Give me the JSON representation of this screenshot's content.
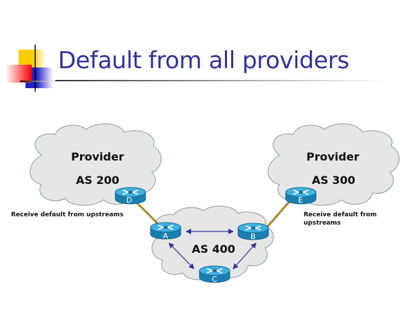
{
  "slide": {
    "title": "Default from all providers"
  },
  "clouds": [
    {
      "id": "as200",
      "line1": "Provider",
      "line2": "AS 200"
    },
    {
      "id": "as300",
      "line1": "Provider",
      "line2": "AS 300"
    },
    {
      "id": "as400",
      "line1": "AS 400"
    }
  ],
  "routers": [
    {
      "id": "D",
      "label": "D"
    },
    {
      "id": "E",
      "label": "E"
    },
    {
      "id": "A",
      "label": "A"
    },
    {
      "id": "B",
      "label": "B"
    },
    {
      "id": "C",
      "label": "C"
    }
  ],
  "notes": {
    "left": "Receive default from upstreams",
    "right_line1": "Receive default from",
    "right_line2": "upstreams"
  },
  "colors": {
    "title": "#333399",
    "cloud_fill": "#e6e6e6",
    "cloud_stroke": "#8a9a9a",
    "router_top": "#3fb0e0",
    "router_side": "#1a7fb0",
    "ebgp_link": "#f0c000",
    "ibgp_link": "#333399"
  }
}
